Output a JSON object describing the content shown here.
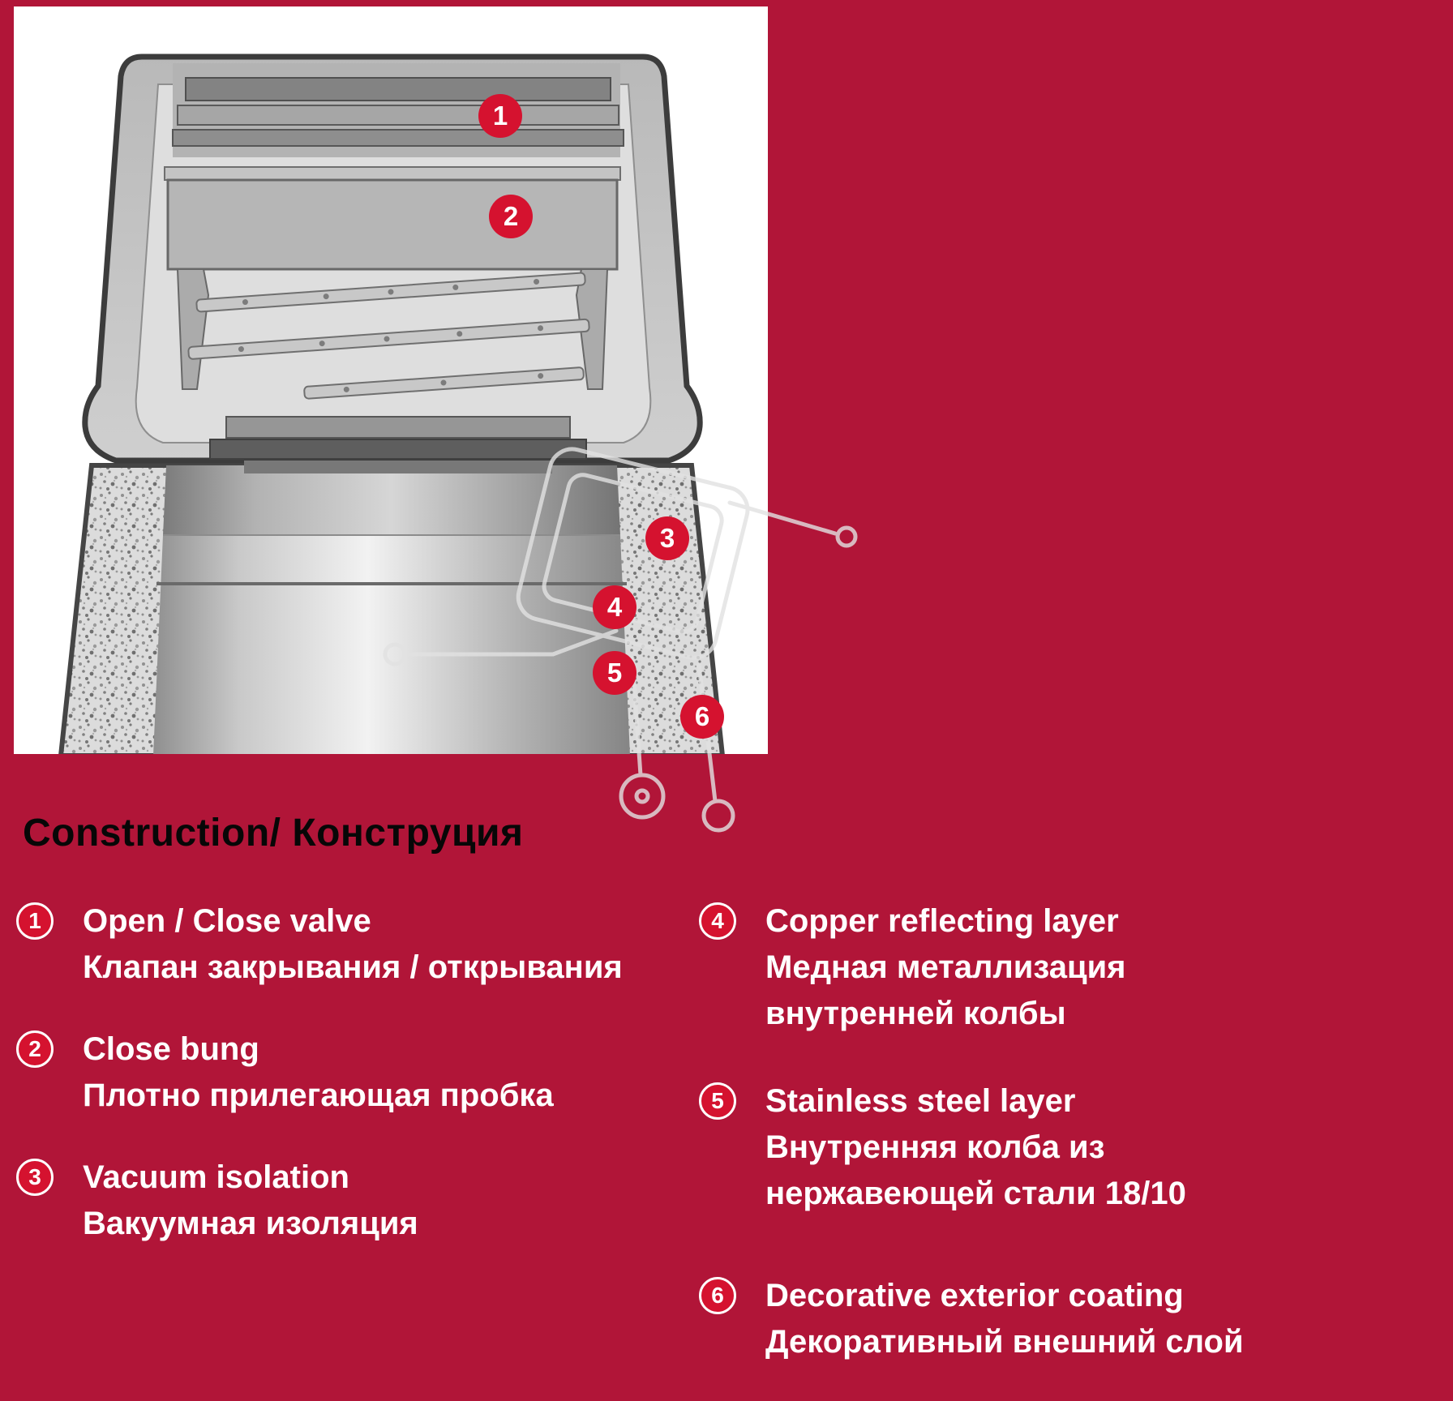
{
  "colors": {
    "background_red": "#B11538",
    "panel_white": "#FFFFFF",
    "badge_red": "#D5122F",
    "legend_text": "#FFFFFF",
    "title_text": "#070707",
    "steel_gray": "#C9C9C9"
  },
  "title": "Construction/ Конструция",
  "diagram": {
    "description": "thermos-flask-cross-section",
    "callouts": [
      "1",
      "2",
      "3",
      "4",
      "5",
      "6"
    ]
  },
  "legend": {
    "items": [
      {
        "number": "1",
        "label_en": "Open / Close valve",
        "label_ru_lines": [
          "Клапан закрывания / открывания"
        ]
      },
      {
        "number": "2",
        "label_en": "Close bung",
        "label_ru_lines": [
          "Плотно прилегающая пробка"
        ]
      },
      {
        "number": "3",
        "label_en": "Vacuum isolation",
        "label_ru_lines": [
          "Вакуумная изоляция"
        ]
      },
      {
        "number": "4",
        "label_en": "Copper reflecting layer",
        "label_ru_lines": [
          "Медная металлизация",
          "внутренней колбы"
        ]
      },
      {
        "number": "5",
        "label_en": "Stainless steel layer",
        "label_ru_lines": [
          "Внутренняя колба из",
          "нержавеющей стали 18/10"
        ]
      },
      {
        "number": "6",
        "label_en": "Decorative exterior coating",
        "label_ru_lines": [
          "Декоративный внешний слой"
        ]
      }
    ]
  }
}
